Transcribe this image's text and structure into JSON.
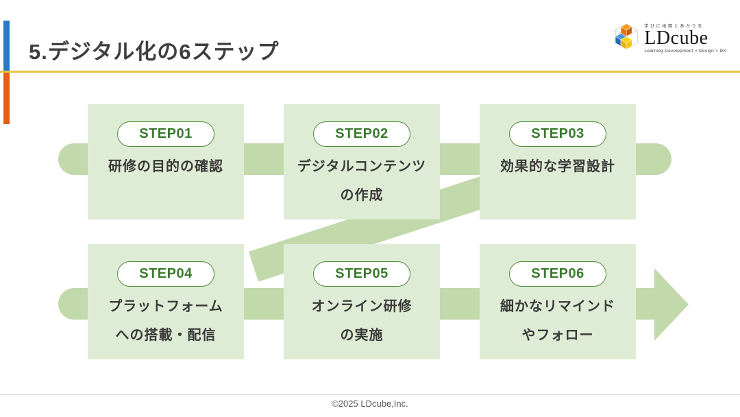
{
  "slide": {
    "title": "5.デジタル化の6ステップ",
    "footer": "©2025 LDcube,Inc."
  },
  "logo": {
    "tagline": "学びに地図とあかりを",
    "name": "LDcube",
    "subtitle": "Learning Development × Design × DX",
    "icon": "ldcube-isometric-cubes"
  },
  "steps": [
    {
      "badge": "STEP01",
      "lines": [
        "研修の目的の確認"
      ]
    },
    {
      "badge": "STEP02",
      "lines": [
        "デジタルコンテンツ",
        "の作成"
      ]
    },
    {
      "badge": "STEP03",
      "lines": [
        "効果的な学習設計"
      ]
    },
    {
      "badge": "STEP04",
      "lines": [
        "プラットフォーム",
        "への搭載・配信"
      ]
    },
    {
      "badge": "STEP05",
      "lines": [
        "オンライン研修",
        "の実施"
      ]
    },
    {
      "badge": "STEP06",
      "lines": [
        "細かなリマインド",
        "やフォロー"
      ]
    }
  ],
  "colors": {
    "band_green": "#c2d9ac",
    "box_green": "#dfecd5",
    "badge_green": "#3a7a2e",
    "badge_border": "#4e8a3c",
    "text_dark": "#3a3a3a",
    "accent_blue": "#2a79c4",
    "accent_orange": "#e55e17",
    "accent_yellow": "#e9c247",
    "footer_gray": "#555555"
  }
}
